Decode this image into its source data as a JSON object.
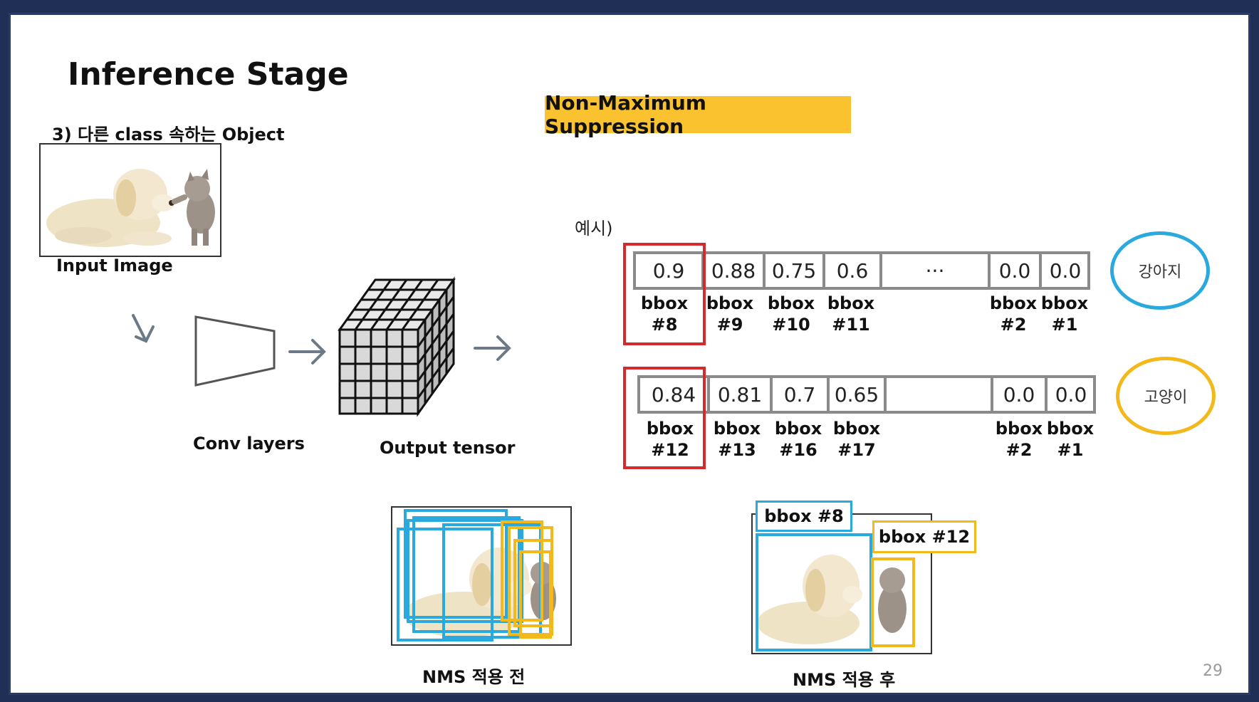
{
  "slide": {
    "title": "Inference Stage",
    "subtitle": "3) 다른 class 속하는 Object",
    "page_number": "29"
  },
  "pipeline": {
    "input_label": "Input Image",
    "conv_label": "Conv layers",
    "tensor_label": "Output tensor"
  },
  "nms": {
    "title": "Non-Maximum Suppression",
    "example_label": "예시)",
    "rows": [
      {
        "class_label": "강아지",
        "class_color": "#2aa9de",
        "cells": [
          "0.9",
          "0.88",
          "0.75",
          "0.6",
          "···",
          "0.0",
          "0.0"
        ],
        "bbox_names": [
          "bbox",
          "bbox",
          "bbox",
          "bbox",
          "",
          "bbox",
          "bbox"
        ],
        "bbox_ids": [
          "#8",
          "#9",
          "#10",
          "#11",
          "",
          "#2",
          "#1"
        ]
      },
      {
        "class_label": "고양이",
        "class_color": "#f2b81c",
        "cells": [
          "0.84",
          "0.81",
          "0.7",
          "0.65",
          "",
          "0.0",
          "0.0"
        ],
        "bbox_names": [
          "bbox",
          "bbox",
          "bbox",
          "bbox",
          "",
          "bbox",
          "bbox"
        ],
        "bbox_ids": [
          "#12",
          "#13",
          "#16",
          "#17",
          "",
          "#2",
          "#1"
        ]
      }
    ],
    "highlight_color": "#d62a2a"
  },
  "results": {
    "before_label": "NMS 적용 전",
    "after_label": "NMS 적용 후",
    "dog_box_label": "bbox #8",
    "cat_box_label": "bbox #12"
  },
  "colors": {
    "dog_box": "#2aa9de",
    "cat_box": "#f2b81c",
    "arrow": "#6b7a86",
    "accent": "#f9c22e"
  }
}
